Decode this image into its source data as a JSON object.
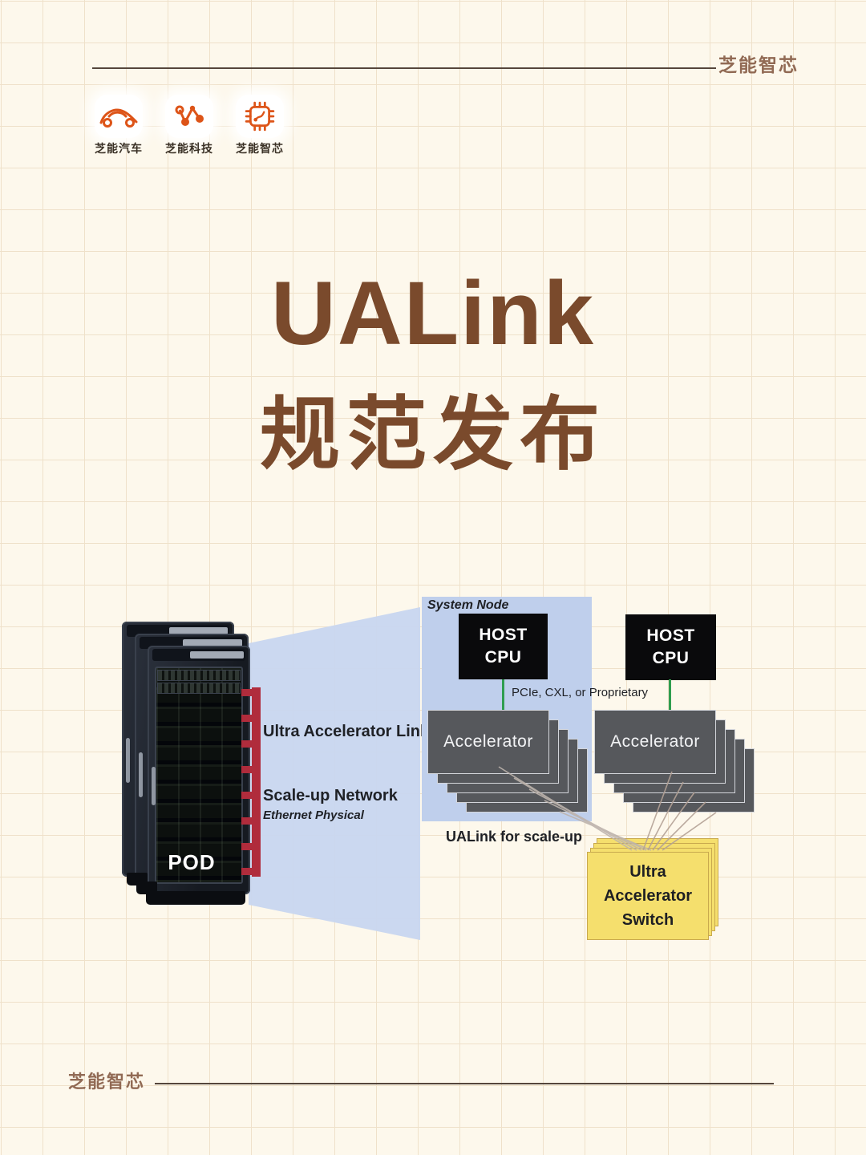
{
  "header": {
    "brand": "芝能智芯"
  },
  "logos": [
    {
      "label": "芝能汽车",
      "icon": "car-icon"
    },
    {
      "label": "芝能科技",
      "icon": "molecule-icon"
    },
    {
      "label": "芝能智芯",
      "icon": "chip-icon"
    }
  ],
  "title": {
    "line1": "UALink",
    "line2": "规范发布"
  },
  "diagram": {
    "pod": "POD",
    "ultra_link": "Ultra Accelerator Link",
    "scale_up": "Scale-up Network",
    "ethernet": "Ethernet Physical",
    "system_node": "System Node",
    "host_cpu": "HOST\nCPU",
    "pcie": "PCIe, CXL, or Proprietary",
    "accelerator": "Accelerator",
    "ualink_scaleup": "UALink for scale-up",
    "switch": "Ultra\nAccelerator\nSwitch"
  },
  "footer": {
    "brand": "芝能智芯"
  },
  "colors": {
    "bg": "#fdf8ec",
    "grid": "#efe1ca",
    "title_brown": "#7a4a2c",
    "brand_brown": "#916a54",
    "rule": "#55463c",
    "accent_orange": "#dd5418",
    "label_dark": "#3a3126",
    "beam_blue": "#c9d6ef",
    "node_blue": "#bfcfec",
    "box_black": "#0a0a0c",
    "accel_gray": "#56585c",
    "link_green": "#2f9e50",
    "ladder_red": "#b02c3c",
    "switch_yellow": "#f5df6d",
    "switch_border": "#c8a94e",
    "wire_tan": "#b4a296",
    "wire_gray": "#bdb3ac",
    "diagram_text": "#1f2126"
  }
}
